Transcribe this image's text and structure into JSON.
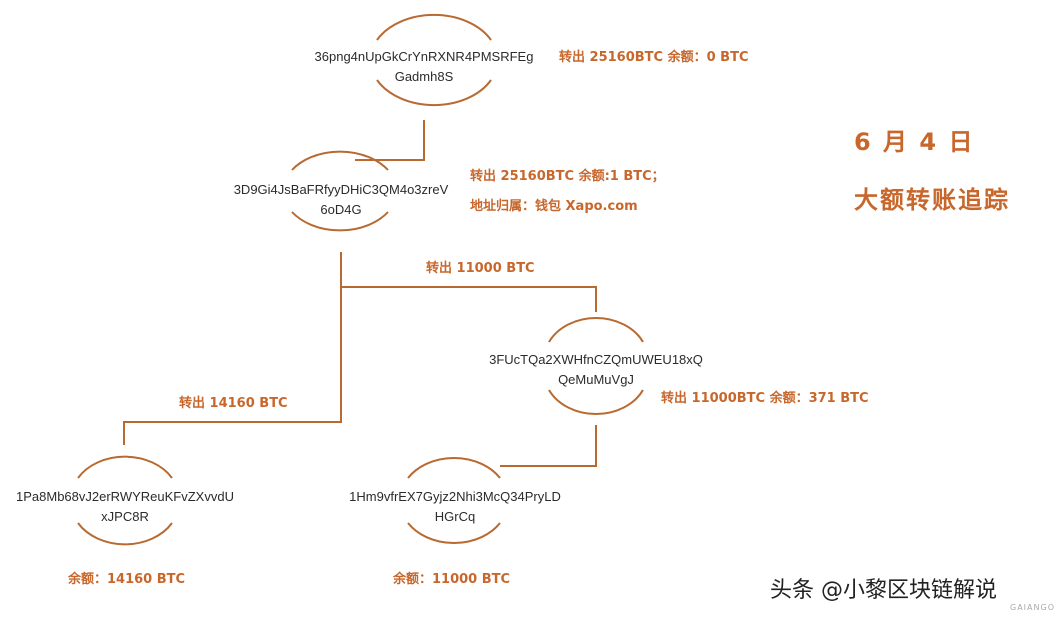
{
  "title": {
    "date": "6 月 4 日",
    "heading": "大额转账追踪"
  },
  "nodes": {
    "n1": {
      "line1": "36png4nUpGkCrYnRXNR4PMSRFEg",
      "line2": "Gadmh8S"
    },
    "n2": {
      "line1": "3D9Gi4JsBaFRfyyDHiC3QM4o3zreV",
      "line2": "6oD4G"
    },
    "n3": {
      "line1": "3FUcTQa2XWHfnCZQmUWEU18xQ",
      "line2": "QeMuMuVgJ"
    },
    "n4": {
      "line1": "1Pa8Mb68vJ2erRWYReuKFvZXvvdU",
      "line2": "xJPC8R"
    },
    "n5": {
      "line1": "1Hm9vfrEX7Gyjz2Nhi3McQ34PryLD",
      "line2": "HGrCq"
    }
  },
  "notes": {
    "n1": "转出 25160BTC 余额：0 BTC",
    "n2a": "转出 25160BTC 余额:1 BTC；",
    "n2b": "地址归属：钱包 Xapo.com",
    "edge_n2_n3": "转出 11000 BTC",
    "edge_n2_n4": "转出 14160 BTC",
    "n3": "转出 11000BTC 余额：371 BTC",
    "n4": "余额：14160 BTC",
    "n5": "余额：11000 BTC"
  },
  "watermark": {
    "text": "头条 @小黎区块链解说",
    "small": "GAIANGO"
  },
  "colors": {
    "accent": "#c8672b",
    "line": "#b86a30",
    "node_text": "#2b2b2b"
  }
}
